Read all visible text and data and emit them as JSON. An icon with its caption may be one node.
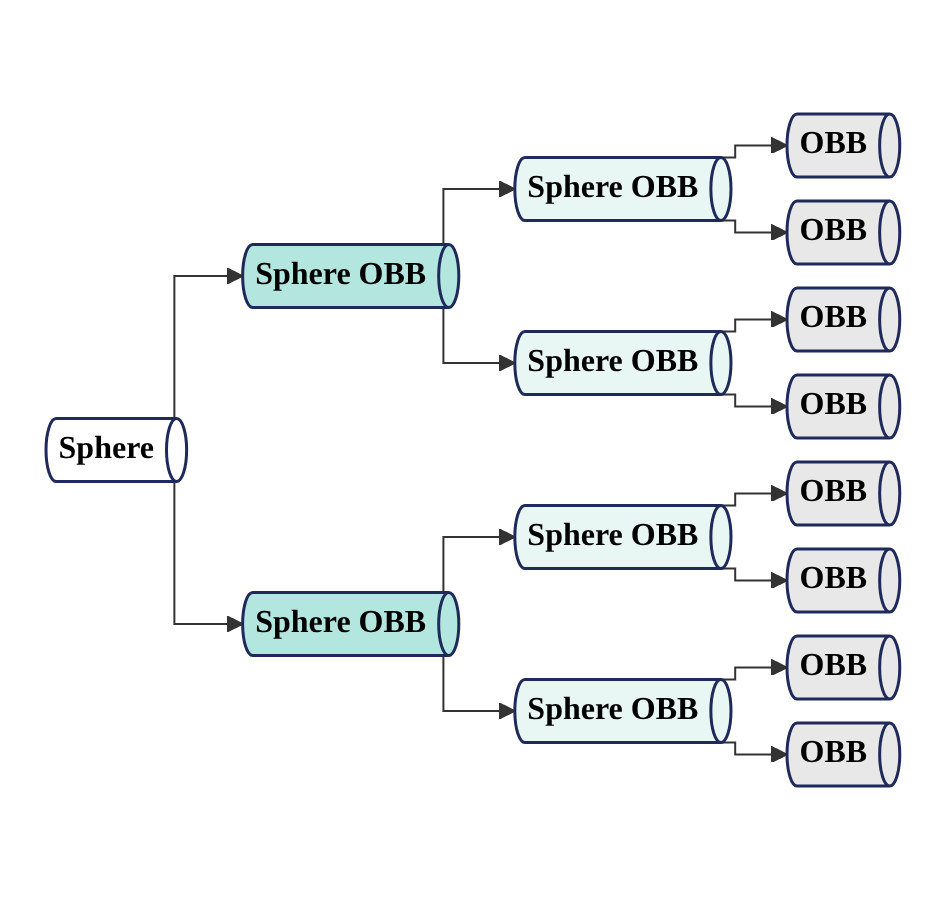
{
  "diagram": {
    "nodes": [
      {
        "text": [
          "OBB"
        ]
      },
      {
        "text": [
          "OBB"
        ]
      },
      {
        "text": [
          "OBB"
        ]
      },
      {
        "text": [
          "OBB"
        ]
      },
      {
        "text": [
          "Sphere OBB"
        ]
      },
      {
        "text": [
          "Sphere OBB"
        ]
      },
      {
        "text": [
          "Sphere OBB"
        ]
      },
      {
        "text": [
          "Sphere"
        ]
      },
      {
        "text": [
          "Sphere OBB"
        ]
      },
      {
        "text": [
          "Sphere OBB"
        ]
      },
      {
        "text": [
          "Sphere OBB"
        ]
      },
      {
        "text": [
          "OBB"
        ]
      },
      {
        "text": [
          "OBB"
        ]
      },
      {
        "text": [
          "OBB"
        ]
      },
      {
        "text": [
          "OBB"
        ]
      }
    ],
    "edges": [
      {
        "from": 4,
        "to": 0,
        "arrow": "to"
      },
      {
        "from": 4,
        "to": 1,
        "arrow": "to"
      },
      {
        "from": 5,
        "to": 2,
        "arrow": "to"
      },
      {
        "from": 5,
        "to": 3,
        "arrow": "to"
      },
      {
        "from": 6,
        "to": 4,
        "arrow": "to"
      },
      {
        "from": 6,
        "to": 5,
        "arrow": "to"
      },
      {
        "from": 7,
        "to": 6,
        "arrow": "to"
      },
      {
        "from": 7,
        "to": 8,
        "arrow": "to"
      },
      {
        "from": 8,
        "to": 9,
        "arrow": "to"
      },
      {
        "from": 8,
        "to": 10,
        "arrow": "to"
      },
      {
        "from": 9,
        "to": 11,
        "arrow": "to"
      },
      {
        "from": 9,
        "to": 12,
        "arrow": "to"
      },
      {
        "from": 10,
        "to": 13,
        "arrow": "to"
      },
      {
        "from": 10,
        "to": 14,
        "arrow": "to"
      }
    ]
  }
}
